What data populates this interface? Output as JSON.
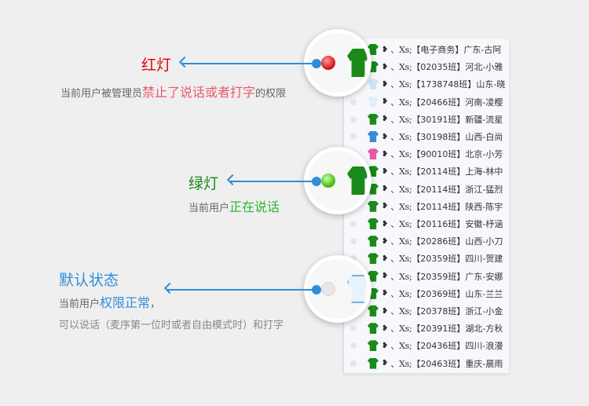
{
  "user_list": [
    {
      "prefix": "、Xs;",
      "class": "【电子商务】",
      "name": "广东-古阿"
    },
    {
      "prefix": "、Xs;",
      "class": "【02035班】",
      "name": "河北-小雅"
    },
    {
      "prefix": "、Xs;",
      "class": "【1738748班】",
      "name": "山东-晓"
    },
    {
      "prefix": "、Xs;",
      "class": "【20466班】",
      "name": "河南-凌樱"
    },
    {
      "prefix": "、Xs;",
      "class": "【30191班】",
      "name": "新疆-流星"
    },
    {
      "prefix": "、Xs;",
      "class": "【30198班】",
      "name": "山西-白尚"
    },
    {
      "prefix": "、Xs;",
      "class": "【90010班】",
      "name": "北京-小芳"
    },
    {
      "prefix": "、Xs;",
      "class": "【20114班】",
      "name": "上海-林中"
    },
    {
      "prefix": "、Xs;",
      "class": "【20114班】",
      "name": "浙江-猛烈"
    },
    {
      "prefix": "、Xs;",
      "class": "【20114班】",
      "name": "陕西-陈宇"
    },
    {
      "prefix": "、Xs;",
      "class": "【20116班】",
      "name": "安徽-杼涵"
    },
    {
      "prefix": "、Xs;",
      "class": "【20286班】",
      "name": "山西-小刀"
    },
    {
      "prefix": "、Xs;",
      "class": "【20359班】",
      "name": "四川-贺建"
    },
    {
      "prefix": "、Xs;",
      "class": "【20359班】",
      "name": "广东-安娜"
    },
    {
      "prefix": "、Xs;",
      "class": "【20369班】",
      "name": "山东-兰兰"
    },
    {
      "prefix": "、Xs;",
      "class": "【20378班】",
      "name": "浙江-小金"
    },
    {
      "prefix": "、Xs;",
      "class": "【20391班】",
      "name": "湖北-方秋"
    },
    {
      "prefix": "、Xs;",
      "class": "【20436班】",
      "name": "四川-浪漫"
    },
    {
      "prefix": "、Xs;",
      "class": "【20463班】",
      "name": "重庆-晨雨"
    }
  ],
  "red": {
    "title": "红灯",
    "desc_pre": "当前用户被管理员",
    "desc_hl": "禁止了说话或者打字",
    "desc_post": "的权限",
    "color": "#e60000"
  },
  "green": {
    "title": "绿灯",
    "desc_pre": "当前用户",
    "desc_hl": "正在说话",
    "color": "#1a8a1a"
  },
  "default": {
    "title": "默认状态",
    "desc_pre": "当前用户",
    "desc_hl": "权限正常",
    "desc_post": "，",
    "desc2": "可以说话（麦序第一位时或者自由模式时）和打字",
    "color": "#2f8ddc"
  }
}
